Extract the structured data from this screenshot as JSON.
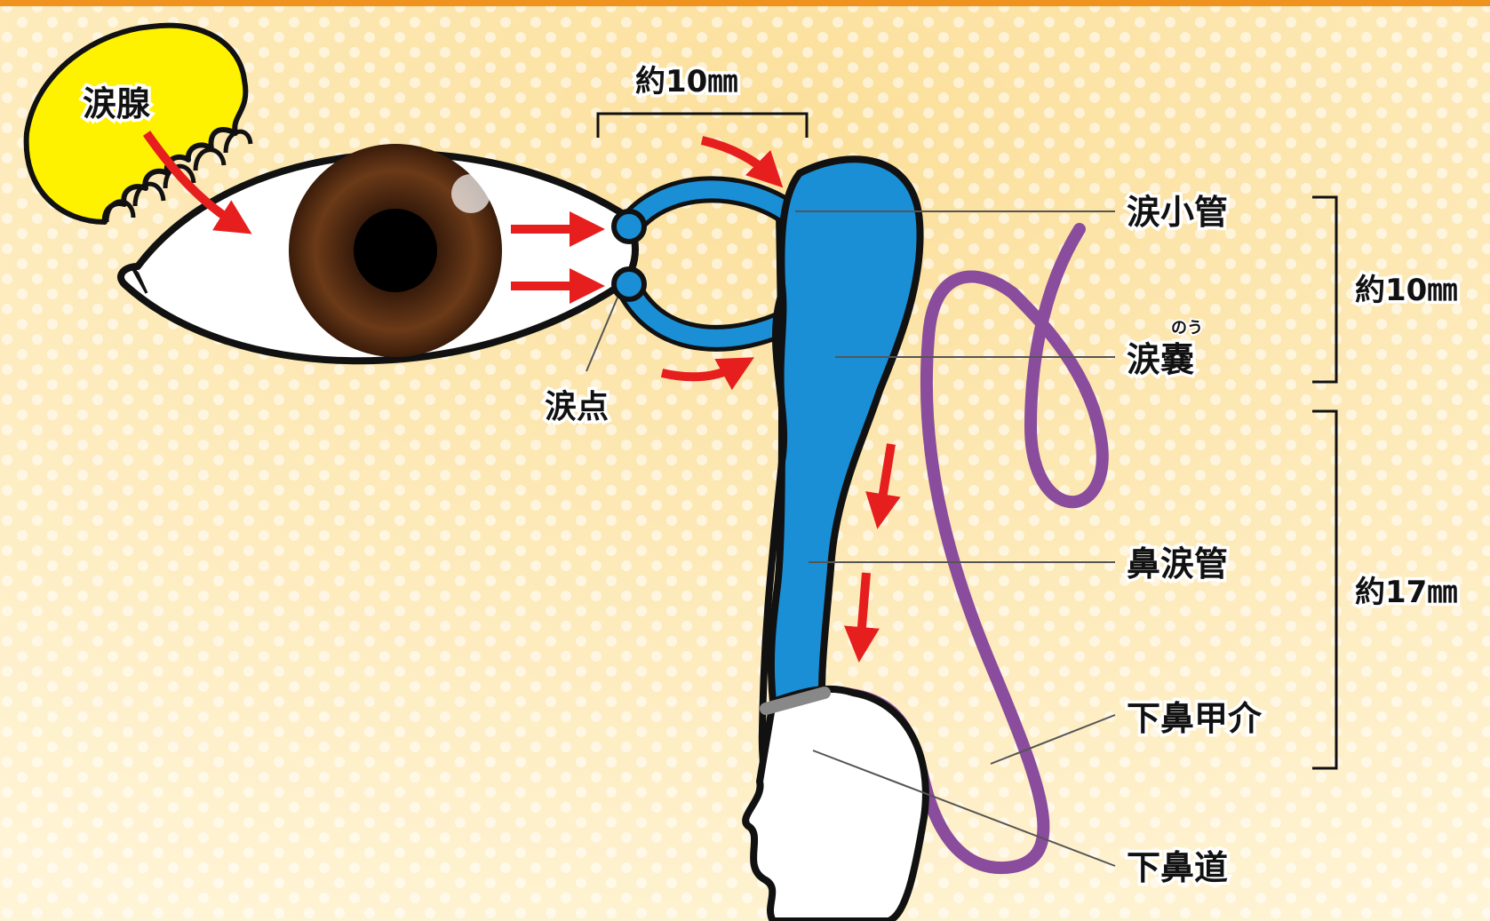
{
  "colors": {
    "background_light": "#fff7e2",
    "background_warm": "#fbdf9a",
    "top_border": "#f0921e",
    "duct_blue": "#1a8fd6",
    "gland_yellow": "#fff200",
    "arrow_red": "#e61e1e",
    "turbinate_purple": "#8a4c9c",
    "iris_brown": "#5a2f14",
    "outline": "#111111",
    "leader_line": "#555555"
  },
  "labels": {
    "lacrimal_gland": "涙腺",
    "punctum": "涙点",
    "canaliculus": "涙小管",
    "sac_ruby": "のう",
    "sac": "涙嚢",
    "nasolacrimal_duct": "鼻涙管",
    "inferior_turbinate": "下鼻甲介",
    "inferior_meatus": "下鼻道"
  },
  "measurements": {
    "canaliculus_length": "約10㎜",
    "sac_length": "約10㎜",
    "duct_length": "約17㎜"
  },
  "icons": {
    "flow_arrow": "red-arrow-icon"
  }
}
